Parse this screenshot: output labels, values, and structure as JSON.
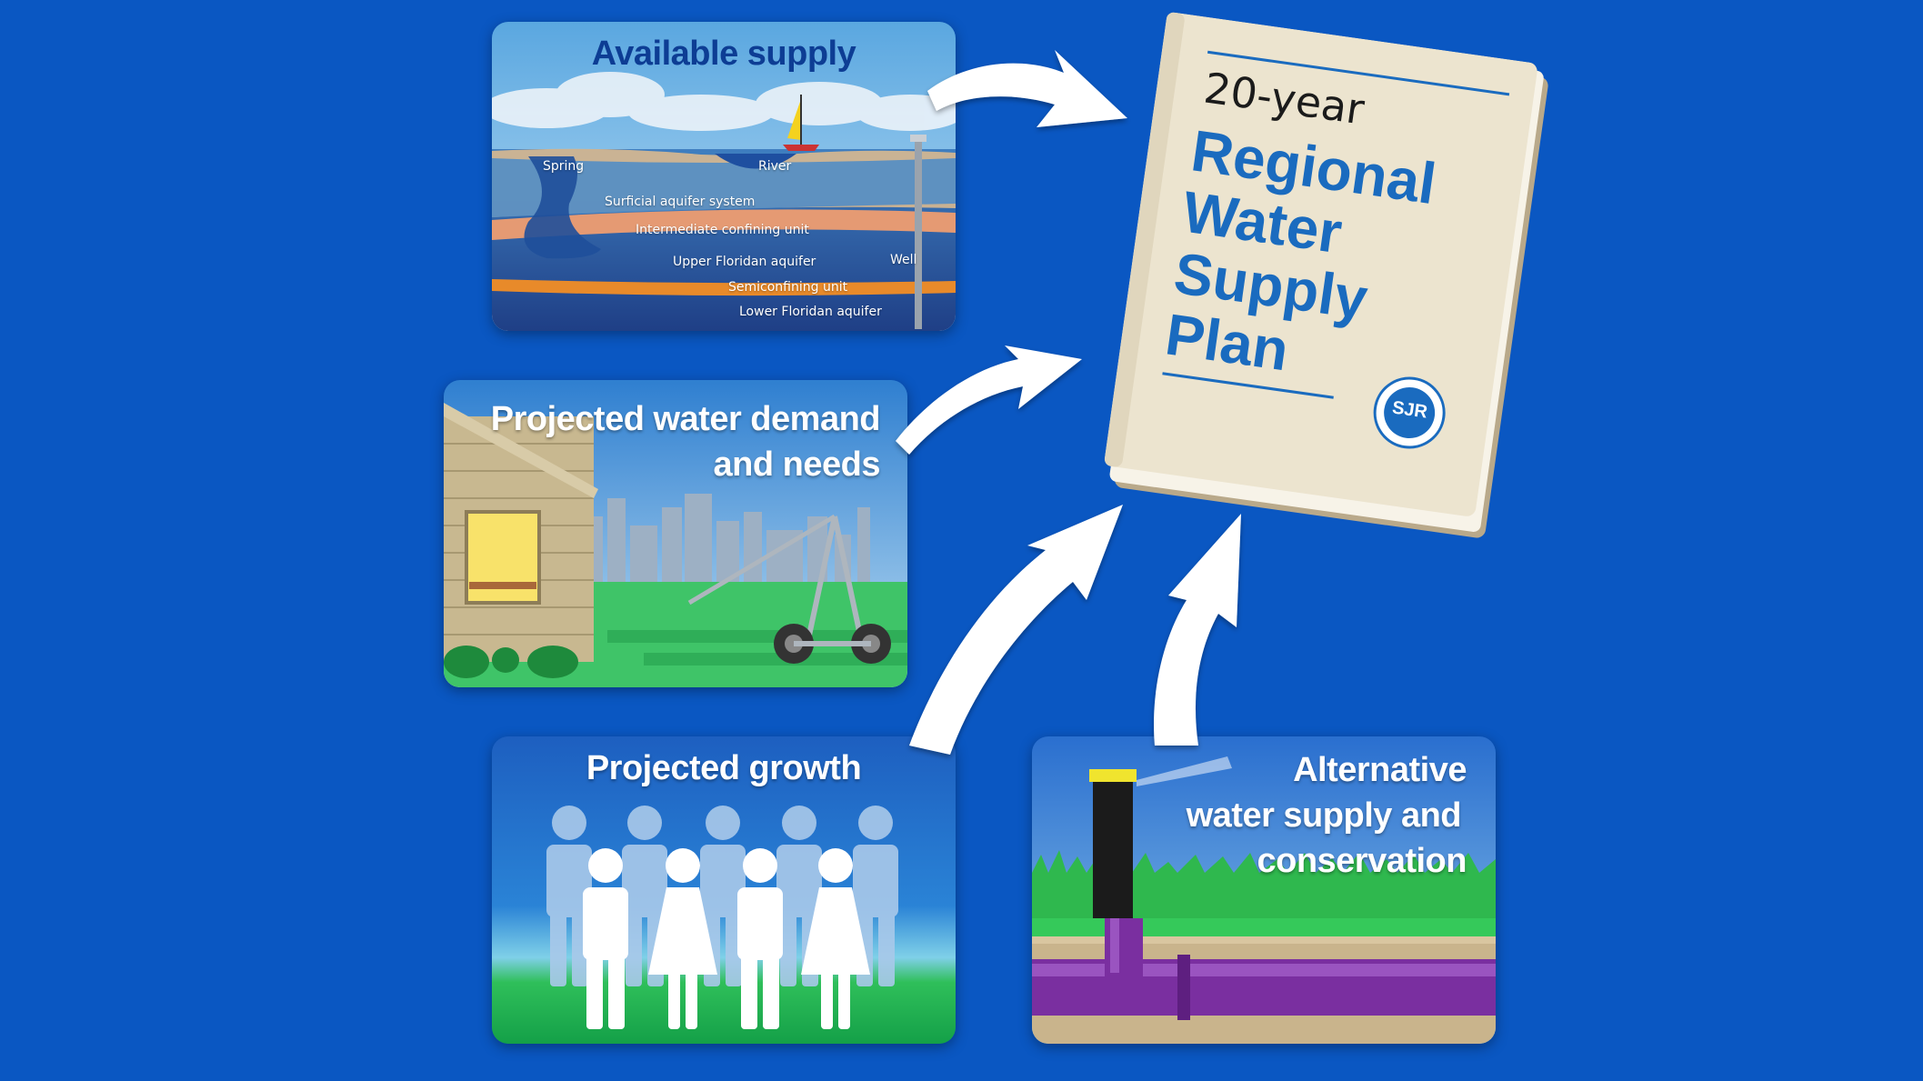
{
  "panels": {
    "available_supply": {
      "title": "Available supply",
      "labels": {
        "spring": "Spring",
        "river": "River",
        "surficial": "Surficial aquifer system",
        "intermediate": "Intermediate confining unit",
        "upper": "Upper Floridan aquifer",
        "well": "Well",
        "semiconfining": "Semiconfining unit",
        "lower": "Lower Floridan aquifer"
      }
    },
    "demand": {
      "title_line1": "Projected water demand",
      "title_line2": "and needs"
    },
    "growth": {
      "title": "Projected growth"
    },
    "alternative": {
      "title_line1": "Alternative",
      "title_line2": "water supply and",
      "title_line3": "conservation"
    }
  },
  "book": {
    "subtitle": "20-year",
    "title_lines": [
      "Regional",
      "Water",
      "Supply",
      "Plan"
    ],
    "seal_text": "SJR"
  },
  "colors": {
    "background": "#0a57c2",
    "book_cover": "#ece4cf",
    "book_text": "#1a6bbf",
    "arrow": "#ffffff"
  }
}
